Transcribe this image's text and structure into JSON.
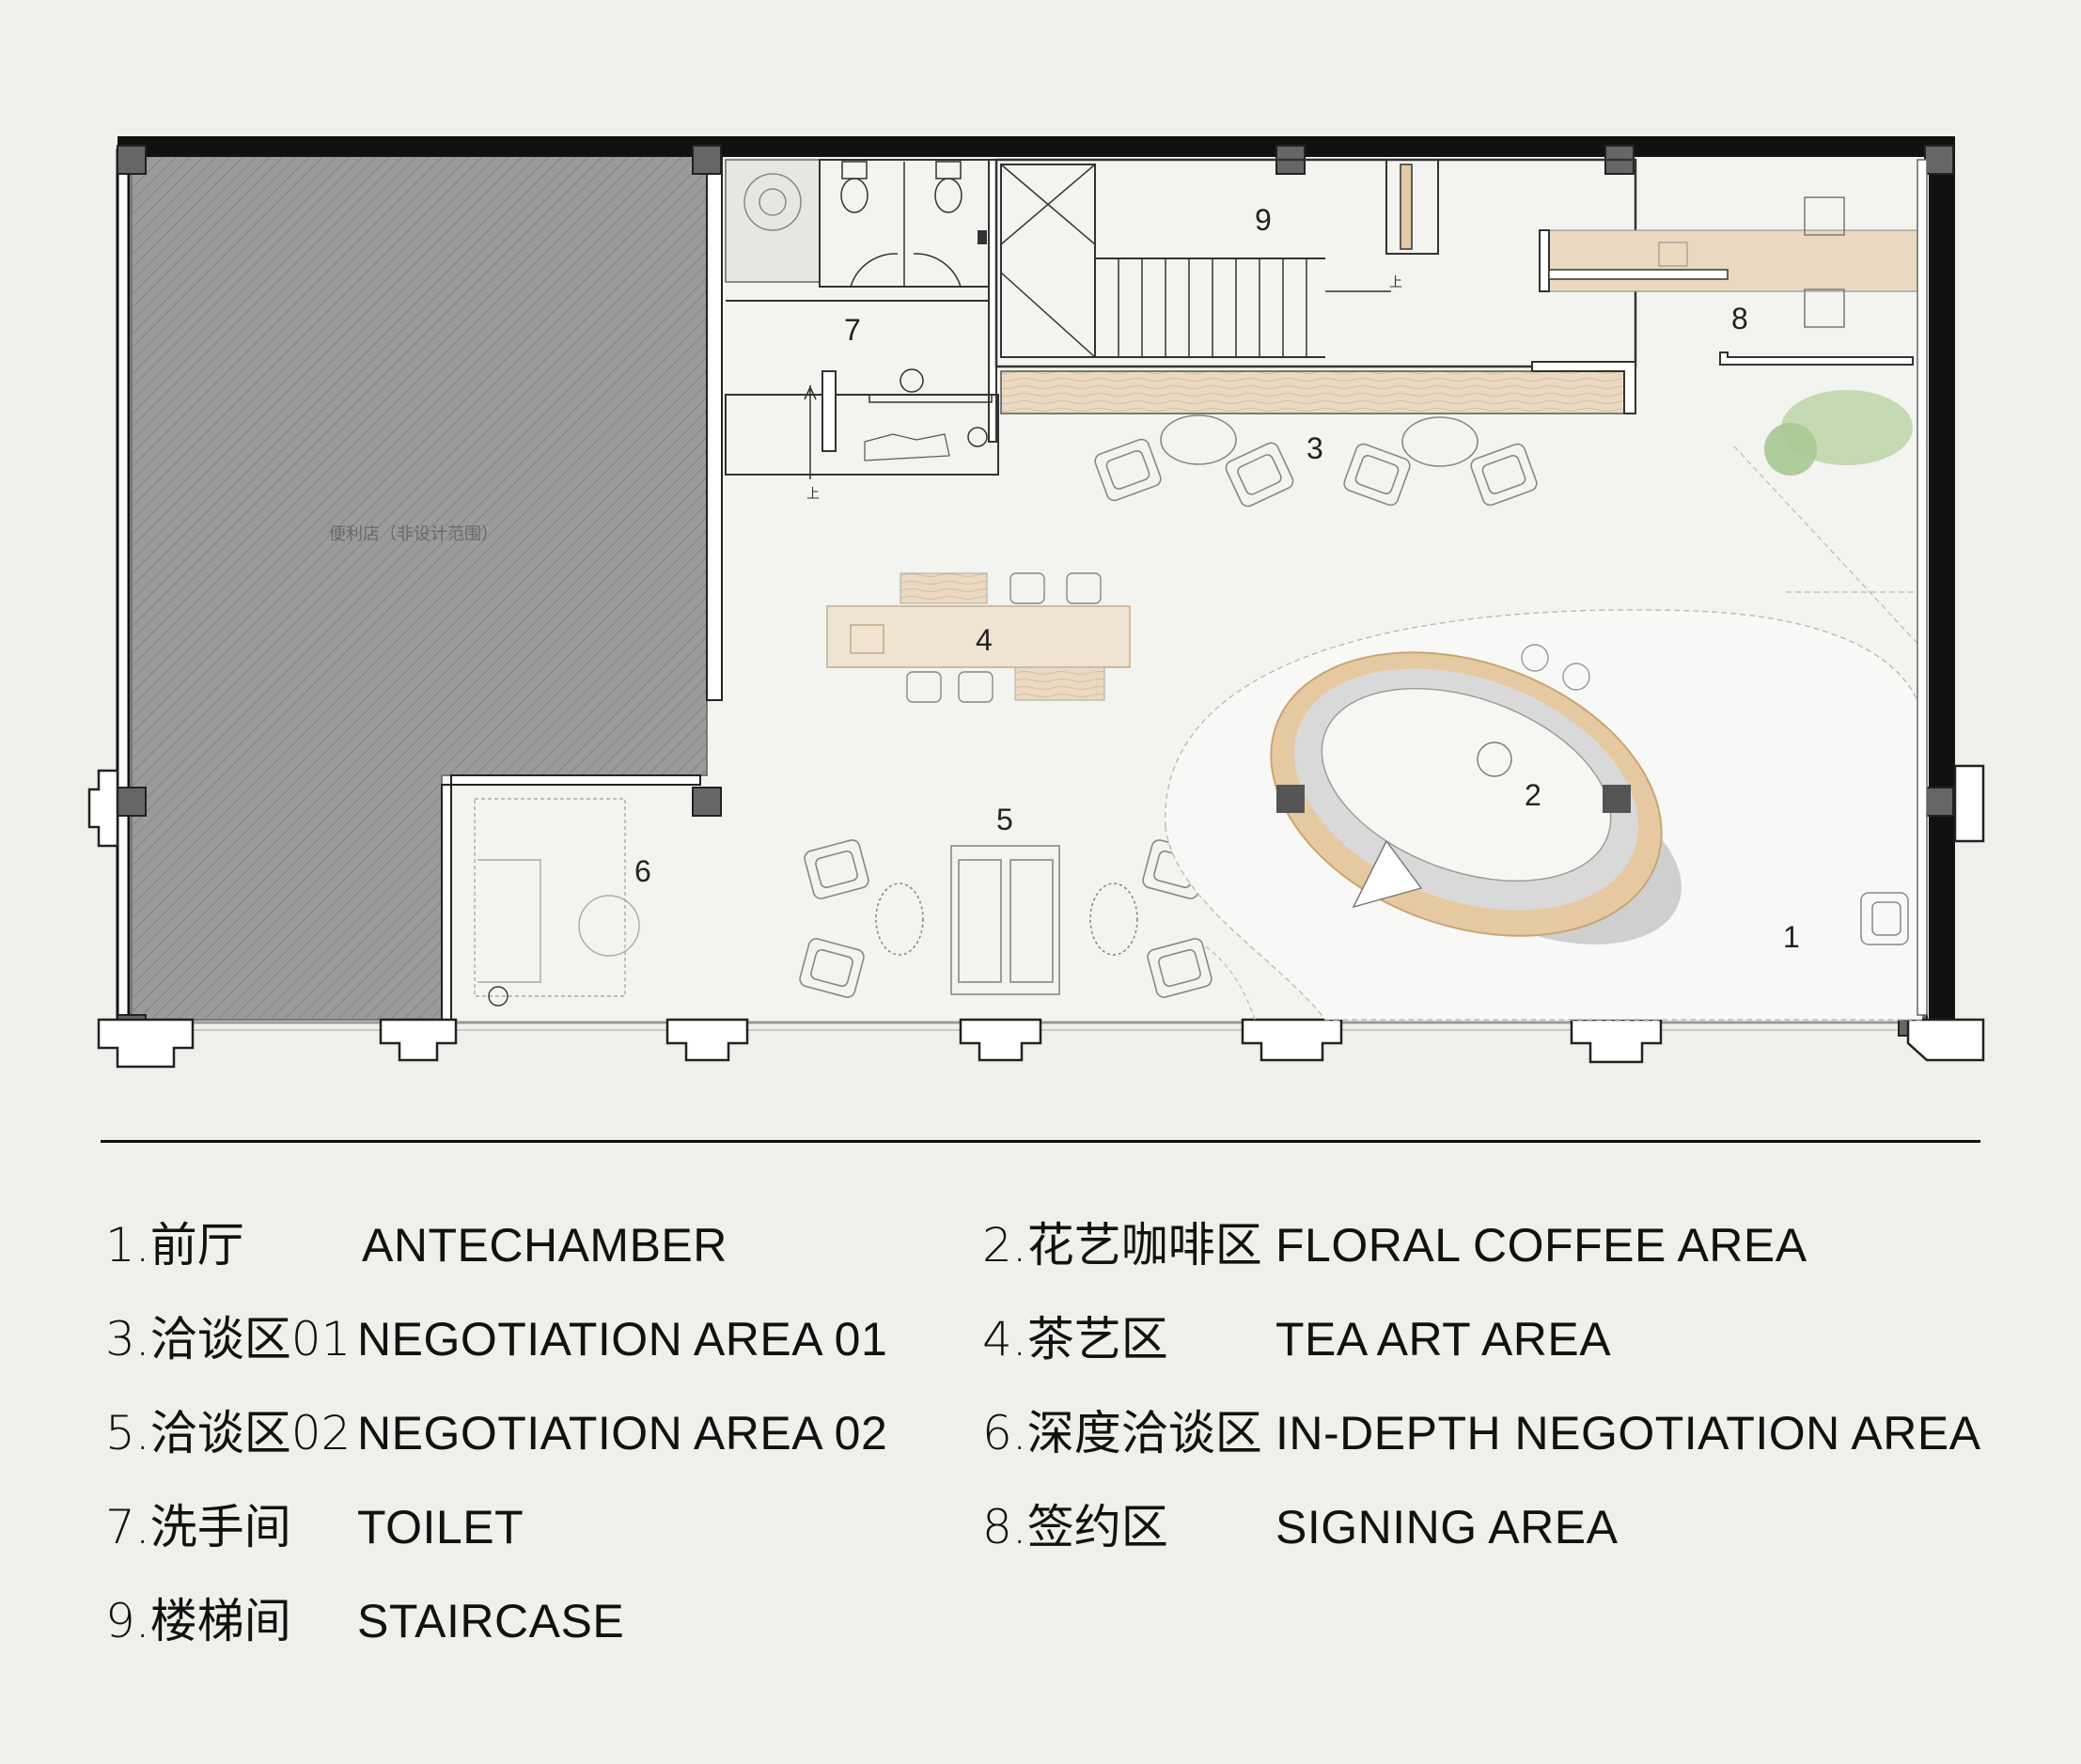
{
  "plan": {
    "shop_note": "便利店（非设计范围）",
    "room_numbers": [
      "1",
      "2",
      "3",
      "4",
      "5",
      "6",
      "7",
      "8",
      "9"
    ],
    "stair_up_label": "上",
    "colors": {
      "background": "#efefeb",
      "wall": "#111111",
      "shop_fill": "#9a9a9a",
      "wood": "#e8d6bf",
      "counter_wood": "#e6c9a0",
      "counter_gray": "#cfcfcf",
      "plant_green": "#bcd3a8"
    }
  },
  "legend": {
    "items": [
      {
        "cn": "1.前厅",
        "en": "ANTECHAMBER"
      },
      {
        "cn": "2.花艺咖啡区",
        "en": "FLORAL COFFEE AREA"
      },
      {
        "cn": "3.洽谈区01",
        "en": "NEGOTIATION AREA 01"
      },
      {
        "cn": "4.茶艺区",
        "en": "TEA ART AREA"
      },
      {
        "cn": "5.洽谈区02",
        "en": "NEGOTIATION AREA 02"
      },
      {
        "cn": "6.深度洽谈区",
        "en": "IN-DEPTH NEGOTIATION AREA"
      },
      {
        "cn": "7.洗手间",
        "en": "TOILET"
      },
      {
        "cn": "8.签约区",
        "en": "SIGNING AREA"
      },
      {
        "cn": "9.楼梯间",
        "en": "STAIRCASE"
      }
    ]
  }
}
